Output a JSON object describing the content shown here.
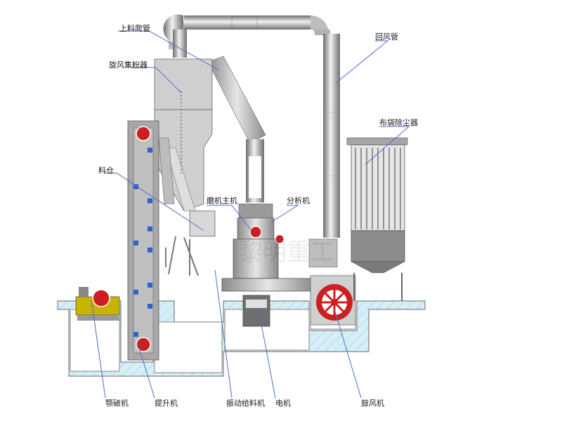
{
  "labels": {
    "feed_pipe": "上料爬管",
    "cyclone": "旋风集粉器",
    "return_pipe": "回风管",
    "bag_filter": "布袋除尘器",
    "silo": "料仓",
    "main_unit": "磨机主机",
    "classifier": "分析机",
    "jaw_crusher": "颚破机",
    "elevator": "提升机",
    "vibrating_feeder": "振动给料机",
    "motor": "电机",
    "blower": "鼓风机"
  },
  "watermark": "黎明重工",
  "colors": {
    "pipe_light": "#e8e8e8",
    "pipe_dark": "#7a7a7a",
    "equipment": "#c9c9c9",
    "ground": "#d6eef6",
    "leader_line": "#4a6fc6",
    "fan_red": "#cc1f1f",
    "crusher_yellow": "#c8b400",
    "bucket_blue": "#2b64c8"
  }
}
